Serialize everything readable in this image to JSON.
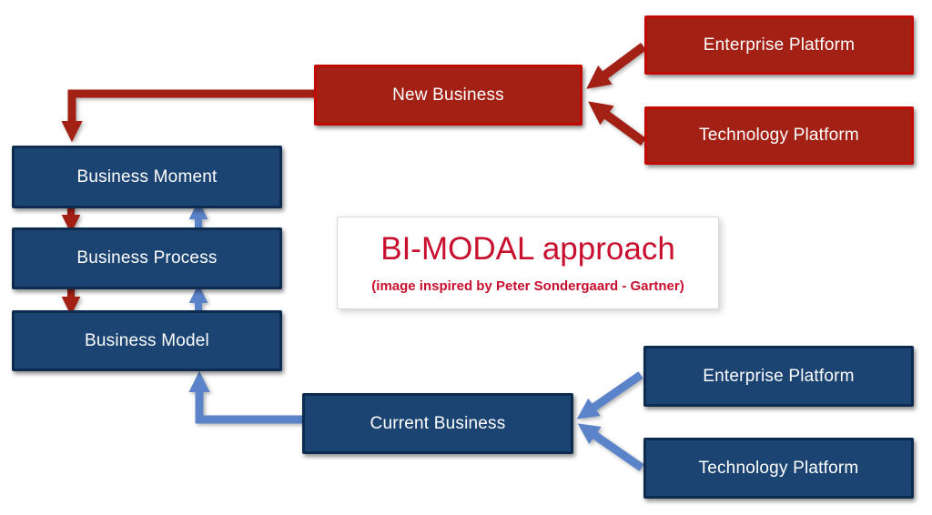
{
  "title_panel": {
    "title": "BI-MODAL approach",
    "subtitle": "(image inspired by Peter Sondergaard - Gartner)",
    "text_color": "#C8102E",
    "background": "#FFFFFF"
  },
  "mode_new": {
    "hub_label": "New Business",
    "platforms": [
      {
        "label": "Enterprise Platform"
      },
      {
        "label": "Technology Platform"
      }
    ],
    "box_fill": "#A32015",
    "box_border": "#C00A02",
    "arrow_color": "#A32015"
  },
  "mode_current": {
    "hub_label": "Current Business",
    "platforms": [
      {
        "label": "Enterprise Platform"
      },
      {
        "label": "Technology Platform"
      }
    ],
    "box_fill": "#1B4473",
    "box_border": "#0D2B4E",
    "arrow_color": "#5B83C9"
  },
  "chain": {
    "items": [
      {
        "label": "Business Moment"
      },
      {
        "label": "Business Process"
      },
      {
        "label": "Business Model"
      }
    ],
    "down_arrow_color": "#A32015",
    "up_arrow_color": "#5B83C9"
  },
  "label_text_color": "#FFFFFF"
}
